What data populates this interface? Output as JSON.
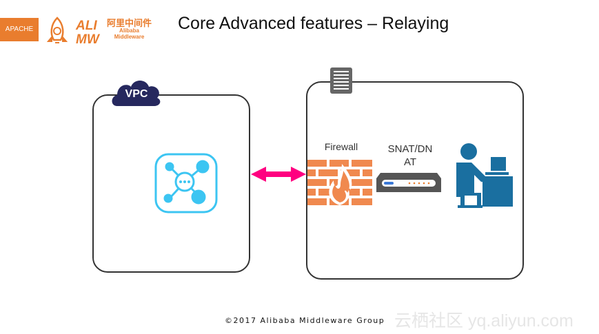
{
  "slide": {
    "title": "Core Advanced features – Relaying",
    "logos": {
      "apache": "APACHE",
      "alibaba_cn": "阿里中间件",
      "alibaba_en_1": "Alibaba",
      "alibaba_en_2": "Middleware",
      "ali_mark": "ALI MW"
    },
    "diagram": {
      "vpc_label": "VPC",
      "firewall_label": "Firewall",
      "nat_label_line1": "SNAT/DN",
      "nat_label_line2": "AT",
      "arrow_color": "#ff0080",
      "firewall_color": "#f0894f",
      "user_color": "#1a6fa0",
      "relay_icon_color": "#3cc5f2",
      "vpc_cloud_color": "#26285e"
    },
    "footer": "©2017 Alibaba Middleware Group",
    "watermark": "云栖社区 yq.aliyun.com"
  }
}
